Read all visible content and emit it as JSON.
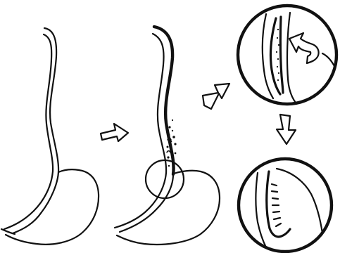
{
  "diagram": {
    "panels": [
      {
        "id": "normal-stomach",
        "kind": "stomach-outline"
      },
      {
        "id": "reflux-stomach",
        "kind": "stomach-with-reflux"
      },
      {
        "id": "esophagus-closeup",
        "kind": "magnified-circle"
      },
      {
        "id": "stomach-wall-closeup",
        "kind": "magnified-circle"
      }
    ],
    "arrows": [
      {
        "from": "normal-stomach",
        "to": "reflux-stomach",
        "icon": "right-arrow-icon"
      },
      {
        "from": "reflux-stomach",
        "to": "esophagus-closeup",
        "icon": "up-right-arrow-icon"
      },
      {
        "from": "esophagus-closeup",
        "to": "stomach-wall-closeup",
        "icon": "down-arrow-icon"
      }
    ],
    "colors": {
      "ink": "#111111",
      "background": "#ffffff"
    }
  }
}
